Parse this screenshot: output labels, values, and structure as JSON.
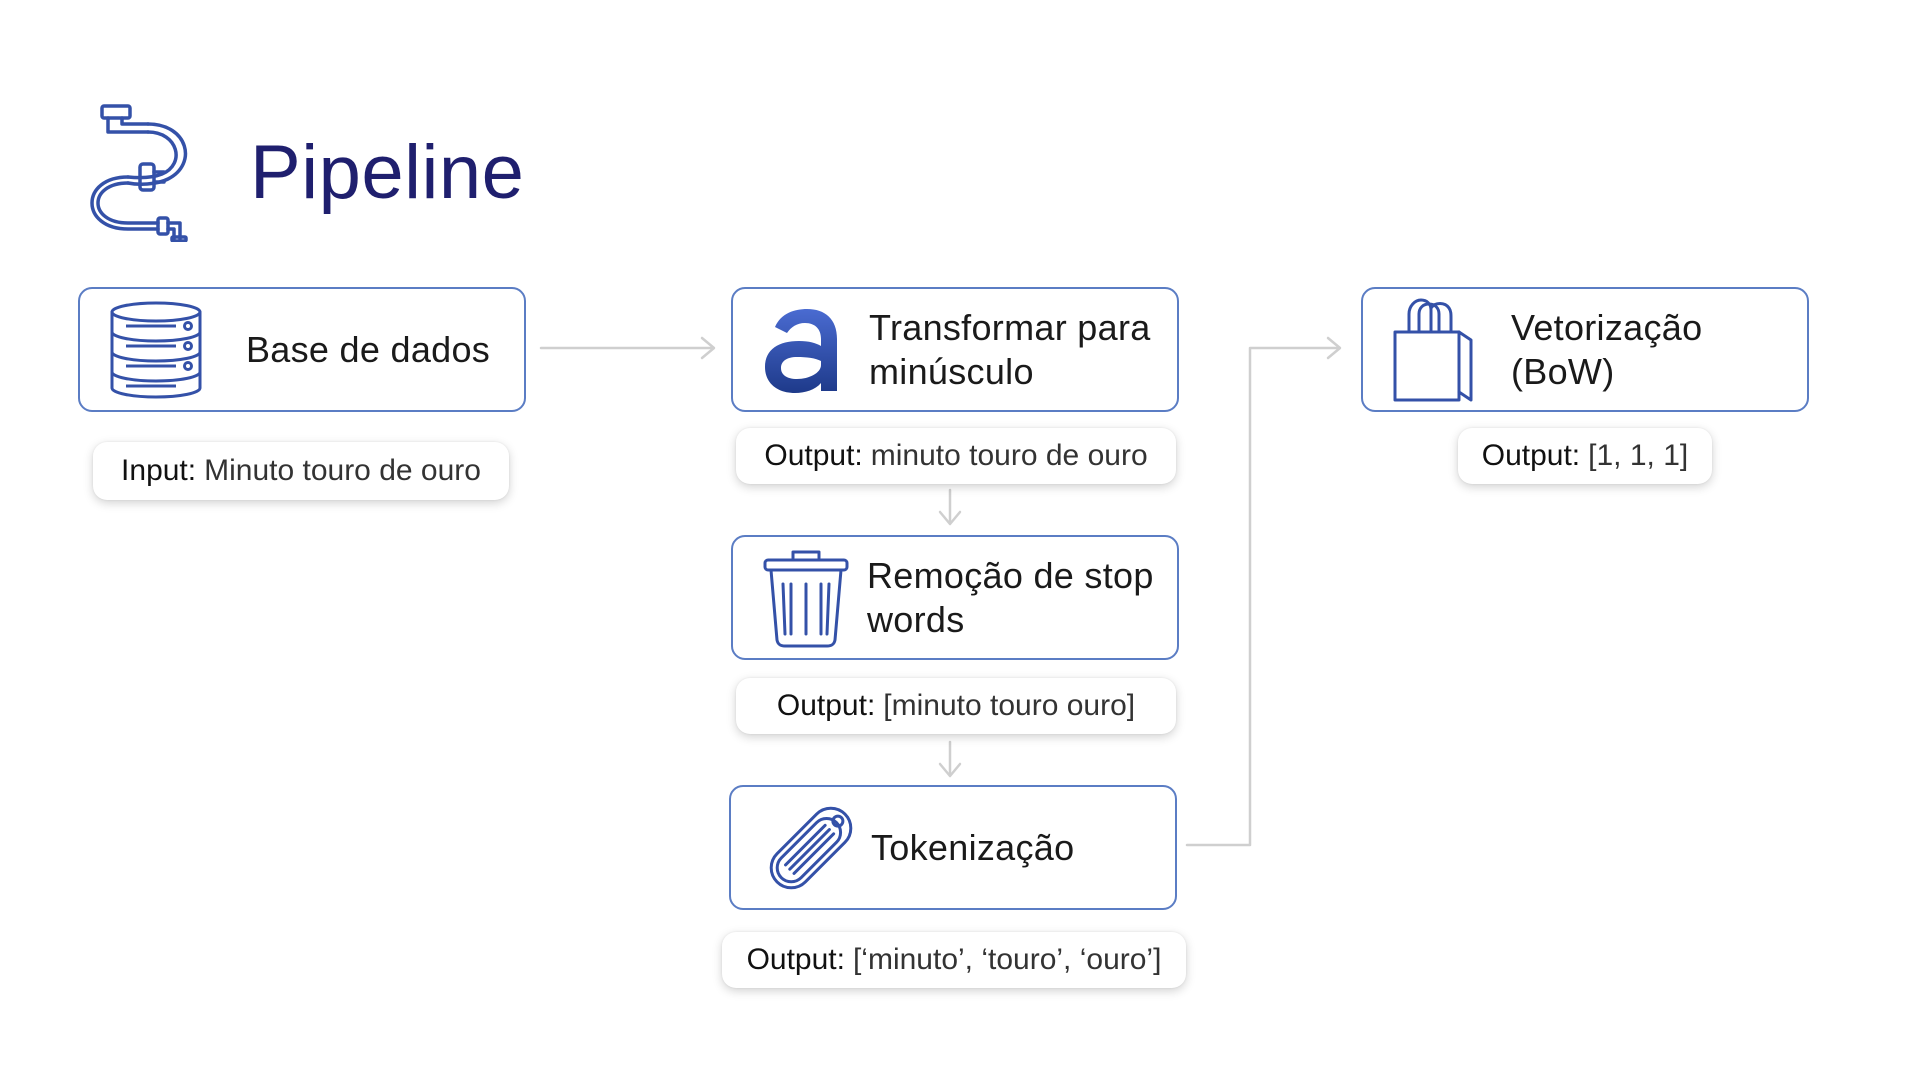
{
  "title": "Pipeline",
  "icons": {
    "logo": "pipe-icon",
    "base": "database-icon",
    "lower": "letter-a-icon",
    "stop": "trash-icon",
    "token": "tag-icon",
    "vector": "bag-icon"
  },
  "colors": {
    "title": "#1f1f6e",
    "card_border": "#5b7dc4",
    "icon_stroke": "#3451a8",
    "connector": "#cfcfcf"
  },
  "steps": {
    "base": {
      "label": "Base de dados",
      "io_key": "Input:",
      "io_value": "Minuto touro de ouro"
    },
    "lower": {
      "label_line1": "Transformar para",
      "label_line2": "minúsculo",
      "io_key": "Output:",
      "io_value": "minuto touro de ouro"
    },
    "stop": {
      "label_line1": "Remoção de stop",
      "label_line2": "words",
      "io_key": "Output:",
      "io_value": "[minuto touro ouro]"
    },
    "token": {
      "label": "Tokenização",
      "io_key": "Output:",
      "io_value": "[‘minuto’, ‘touro’, ‘ouro’]"
    },
    "vector": {
      "label_line1": "Vetorização",
      "label_line2": "(BoW)",
      "io_key": "Output:",
      "io_value": "[1, 1, 1]"
    }
  }
}
